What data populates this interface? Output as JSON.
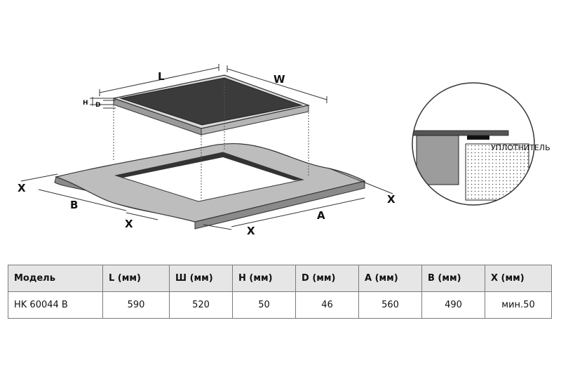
{
  "diagram": {
    "labels": {
      "length": "L",
      "width": "W",
      "height": "H",
      "depth": "D",
      "cutout_a": "A",
      "cutout_b": "B",
      "clearance": "X",
      "seal": "УПЛОТНИТЕЛЬ"
    }
  },
  "table": {
    "headers": [
      "Модель",
      "L (мм)",
      "Ш (мм)",
      "H (мм)",
      "D (мм)",
      "A (мм)",
      "B (мм)",
      "X (мм)"
    ],
    "rows": [
      [
        "HK 60044 B",
        "590",
        "520",
        "50",
        "46",
        "560",
        "490",
        "мин.50"
      ]
    ]
  }
}
